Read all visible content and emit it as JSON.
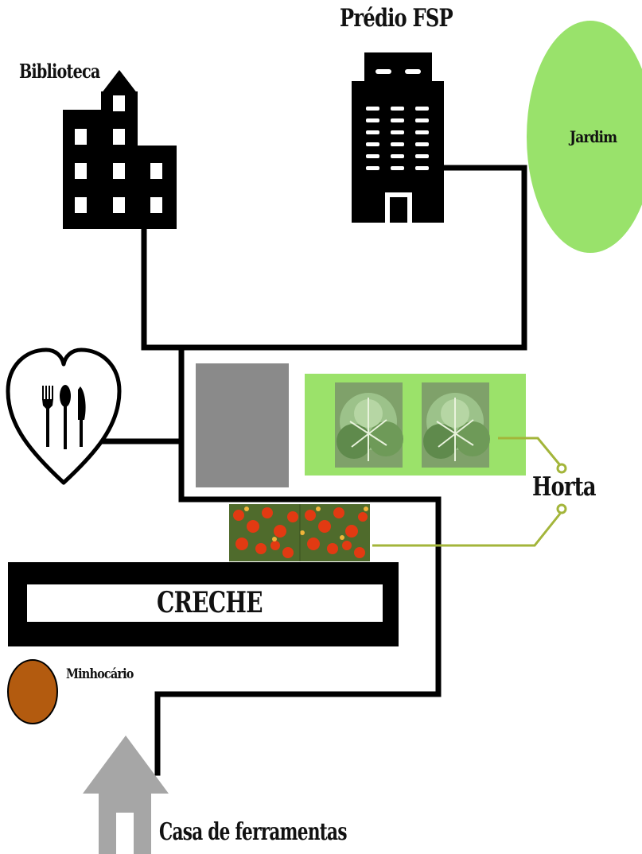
{
  "labels": {
    "predio": "Prédio FSP",
    "biblioteca": "Biblioteca",
    "jardim": "Jardim",
    "horta": "Horta",
    "creche": "CRECHE",
    "minhocario": "Minhocário",
    "casa_ferramentas": "Casa de ferramentas"
  },
  "colors": {
    "path": "#000000",
    "garden": "#99e26b",
    "horta_bed": "#9be26a",
    "gray_block": "#8a8a8a",
    "minhocario": "#b35b0f",
    "tool_house": "#a6a6a6",
    "callout": "#a3b53a"
  },
  "icons": {
    "biblioteca": "library-building-icon",
    "predio": "office-tower-icon",
    "restaurante": "heart-cutlery-icon",
    "casa_ferramentas": "house-icon"
  }
}
